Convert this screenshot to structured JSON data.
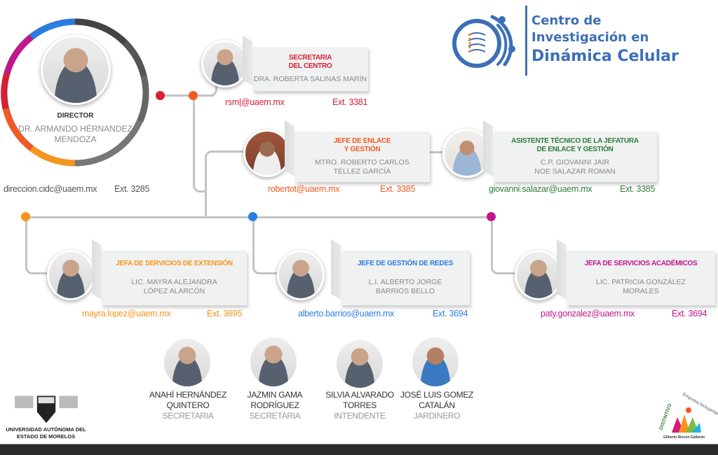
{
  "header": {
    "title_line1": "Centro de",
    "title_line2": "Investigación en",
    "title_line3": "Dinámica Celular"
  },
  "director": {
    "role": "DIRECTOR",
    "name_line1": "DR. ARMANDO HÉRNANDEZ",
    "name_line2": "MENDOZA",
    "email": "direccion.cidc@uaem.mx",
    "ext": "Ext. 3285"
  },
  "secretaria": {
    "role_line1": "SECRETARIA",
    "role_line2": "DEL CENTRO",
    "name": "DRA. ROBERTA SALINAS MARÍN",
    "email": "rsm|@uaem.mx",
    "ext": "Ext. 3381",
    "color": "#d71f35"
  },
  "enlace": {
    "role_line1": "JEFE DE ENLACE",
    "role_line2": "Y GESTIÓN",
    "name_line1": "MTRO. ROBERTO CARLOS",
    "name_line2": "TÉLLEZ GARCÍA",
    "email": "robertot@uaem.mx",
    "ext": "Ext. 3385",
    "color": "#f15a22"
  },
  "asistente": {
    "role_line1": "ASISTENTE TÉCNICO DE LA JEFATURA",
    "role_line2": "DE ENLACE Y GESTIÓN",
    "name_line1": "C.P. GIOVANNI JAIR",
    "name_line2": "NOE SALAZAR ROMAN",
    "email": "giovanni.salazar@uaem.mx",
    "ext": "Ext. 3385",
    "color": "#2e7d3a"
  },
  "extension": {
    "role": "JEFA DE SERVICIOS DE EXTENSIÓN",
    "name_line1": "LIC. MAYRA ALEJANDRA",
    "name_line2": "LÓPEZ ALARCÓN",
    "email": "mayra.lopez@uaem.mx",
    "ext": "Ext. 3695",
    "color": "#f7941d"
  },
  "redes": {
    "role": "JEFE DE GESTIÓN DE REDES",
    "name_line1": "L.I. ALBERTO JORGE",
    "name_line2": "BARRIOS BELLO",
    "email": "alberto.barrios@uaem.mx",
    "ext": "Ext. 3694",
    "color": "#2a7de1"
  },
  "academicos": {
    "role": "JEFA DE SERVICIOS ACADÉMICOS",
    "name_line1": "LIC. PATRICIA GONZÁLEZ",
    "name_line2": "MORALES",
    "email": "paty.gonzalez@uaem.mx",
    "ext": "Ext. 3694",
    "color": "#c2168c"
  },
  "staff": [
    {
      "name_line1": "ANAHÍ HERNÁNDEZ",
      "name_line2": "QUINTERO",
      "role": "SECRETARIA"
    },
    {
      "name_line1": "JAZMIN GAMA",
      "name_line2": "RODRÍGUEZ",
      "role": "SECRETARIA"
    },
    {
      "name_line1": "SILVIA ALVARADO",
      "name_line2": "TORRES",
      "role": "INTENDENTE"
    },
    {
      "name_line1": "JOSÉ LUIS GOMEZ",
      "name_line2": "CATALÁN",
      "role": "JARDINERO"
    }
  ],
  "footer": {
    "uaem_line1": "UNIVERSIDAD AUTÓNOMA DEL",
    "uaem_line2": "ESTADO DE MORELOS",
    "distintivo": "DISTINTIVO",
    "empresa": "Empresa Incluyente",
    "gilberto": "Gilberto Rincón Gallardo"
  }
}
